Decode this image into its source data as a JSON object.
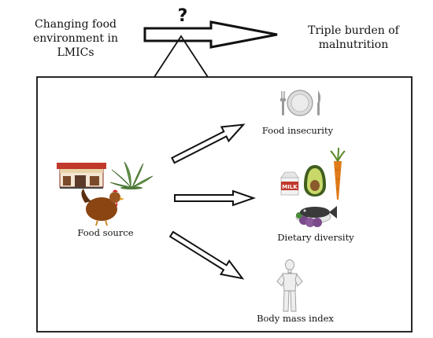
{
  "header": {
    "left_label_line1": "Changing food",
    "left_label_line2": "environment in",
    "left_label_line3": "LMICs",
    "question_mark": "?",
    "right_label_line1": "Triple burden of",
    "right_label_line2": "malnutrition"
  },
  "source": {
    "label": "Food source",
    "icons": [
      "market-stall-icon",
      "crop-plant-icon",
      "chicken-icon"
    ]
  },
  "outcomes": [
    {
      "label": "Food insecurity",
      "icons": [
        "fork-icon",
        "plate-icon",
        "knife-icon"
      ]
    },
    {
      "label": "Dietary diversity",
      "icons": [
        "milk-carton-icon",
        "avocado-icon",
        "carrot-icon",
        "fish-plate-icon"
      ]
    },
    {
      "label": "Body mass index",
      "icons": [
        "human-figure-icon"
      ]
    }
  ],
  "colors": {
    "line": "#111111",
    "arrow_fill": "#ffffff",
    "market_red": "#c0392b",
    "plant_green": "#6a9a4a",
    "chicken_brown": "#8b4513",
    "avocado_green": "#6b8e23",
    "carrot_orange": "#e07b1a"
  }
}
